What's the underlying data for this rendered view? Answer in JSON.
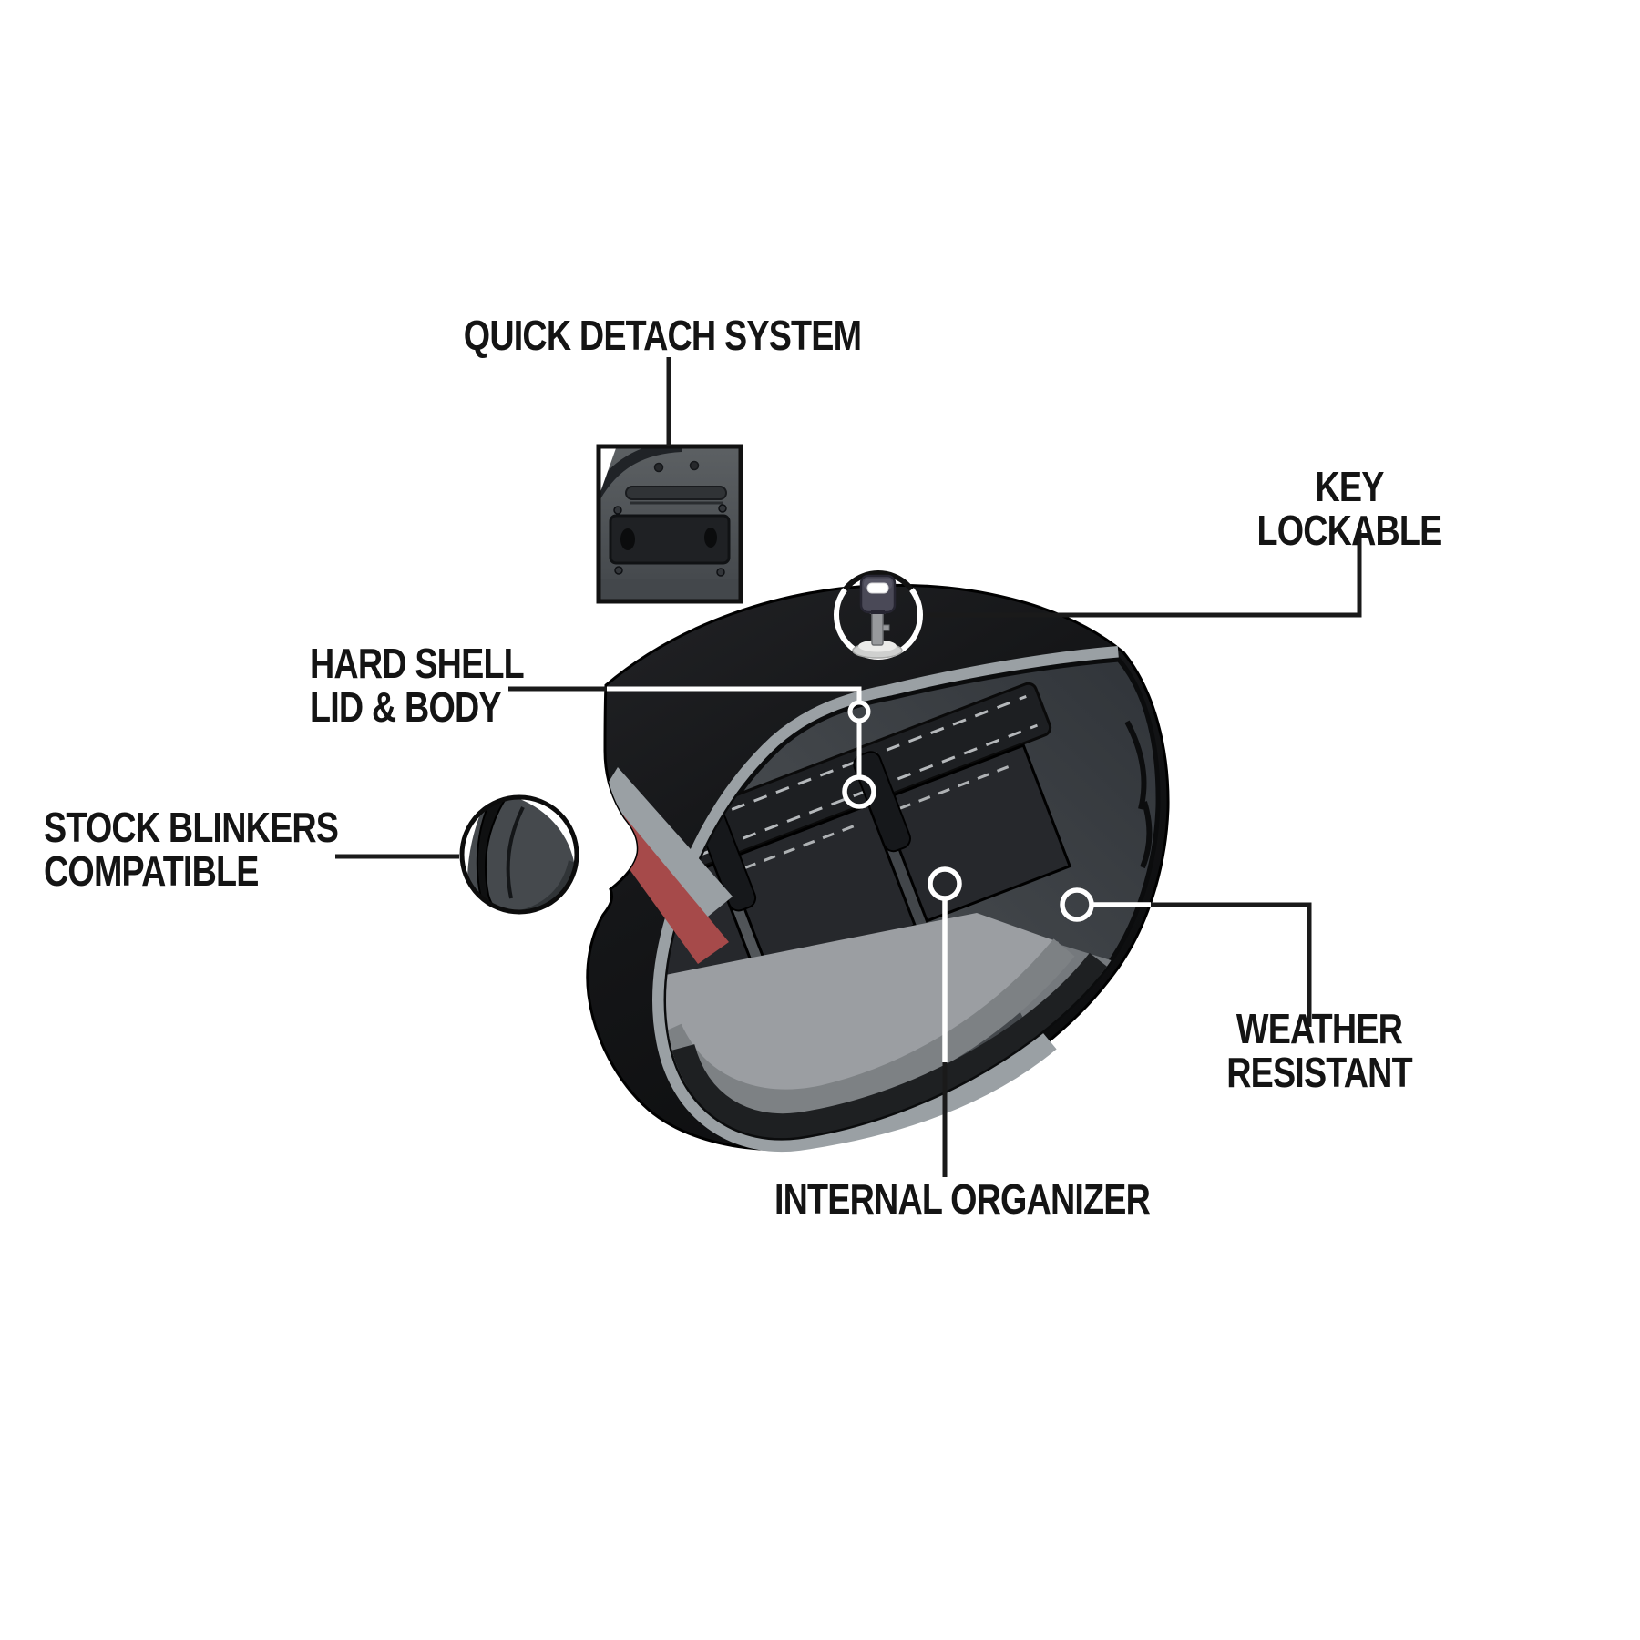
{
  "figure": {
    "type": "product-feature-diagram",
    "subject": "motorcycle saddlebag with open lid, annotated features"
  },
  "callouts": {
    "quick_detach": {
      "label": "QUICK DETACH SYSTEM"
    },
    "key_lockable": {
      "label": "KEY LOCKABLE"
    },
    "hard_shell": {
      "label": "HARD SHELL\nLID & BODY"
    },
    "stock_blinkers": {
      "label": "STOCK BLINKERS\nCOMPATIBLE"
    },
    "weather_resistant": {
      "label": "WEATHER RESISTANT"
    },
    "internal_organizer": {
      "label": "INTERNAL ORGANIZER"
    }
  },
  "icons": [
    "key-icon",
    "quick-detach-mounting-plate-icon",
    "blinker-cutout-detail-icon",
    "point-marker-ring",
    "leader-line"
  ],
  "colors": {
    "background": "#ffffff",
    "label_text": "#141414",
    "leader_line_dark": "#1a1a1a",
    "leader_line_light": "#ffffff",
    "bag_black": "#141517",
    "trim_gray": "#9aa0a4",
    "stripe_red": "#a64a4a",
    "interior_wall_dark": "#33373b",
    "interior_wall_light": "#6a6e72",
    "interior_floor": "#9b9ea2",
    "organizer_dark": "#202225",
    "key_head": "#4a4957"
  }
}
